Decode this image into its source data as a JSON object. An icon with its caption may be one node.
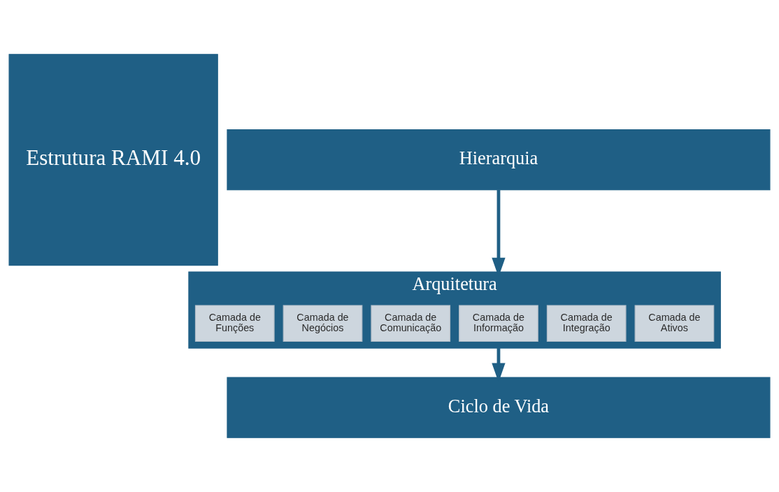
{
  "diagram": {
    "nodes": [
      {
        "text": [
          "Estrutura RAMI 4.0"
        ]
      },
      {
        "text": [
          "Hierarquia"
        ]
      },
      {
        "text": [
          "Arquitetura"
        ]
      },
      {
        "text": [
          "Camada de Funções"
        ],
        "in": 2
      },
      {
        "text": [
          "Camada de Negócios"
        ],
        "in": 2
      },
      {
        "text": [
          "Camada de Comunicação"
        ],
        "in": 2
      },
      {
        "text": [
          "Camada de Informação"
        ],
        "in": 2
      },
      {
        "text": [
          "Camada de Integração"
        ],
        "in": 2
      },
      {
        "text": [
          "Camada de Ativos"
        ],
        "in": 2
      },
      {
        "text": [
          "Ciclo de Vida"
        ]
      }
    ],
    "edges": [
      {
        "from": 1,
        "to": 2,
        "arrow": "to"
      },
      {
        "from": 2,
        "to": 9,
        "arrow": "to"
      }
    ]
  }
}
